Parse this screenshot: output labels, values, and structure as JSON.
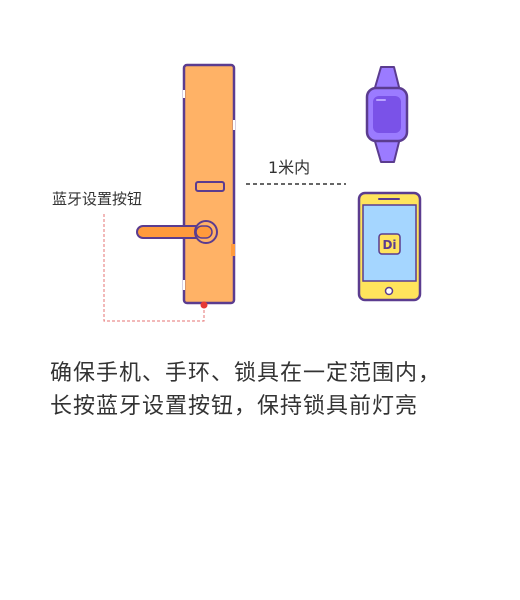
{
  "illustration": {
    "bluetooth_button_label": "蓝牙设置按钮",
    "distance_label": "1米内",
    "app_icon_text": "Di",
    "lock_color": "#FFB266",
    "outline_color": "#5B3C8F",
    "watch_color": "#9B7BFF",
    "phone_screen_color": "#A5D6FF",
    "phone_body_color": "#FFE45C",
    "handle_color": "#FF9A3C",
    "indicator_color": "#E53935",
    "dashed_guide_color": "#E57373"
  },
  "instructions": {
    "line1": "确保手机、手环、锁具在一定范围内，",
    "line2": "长按蓝牙设置按钮，保持锁具前灯亮"
  }
}
